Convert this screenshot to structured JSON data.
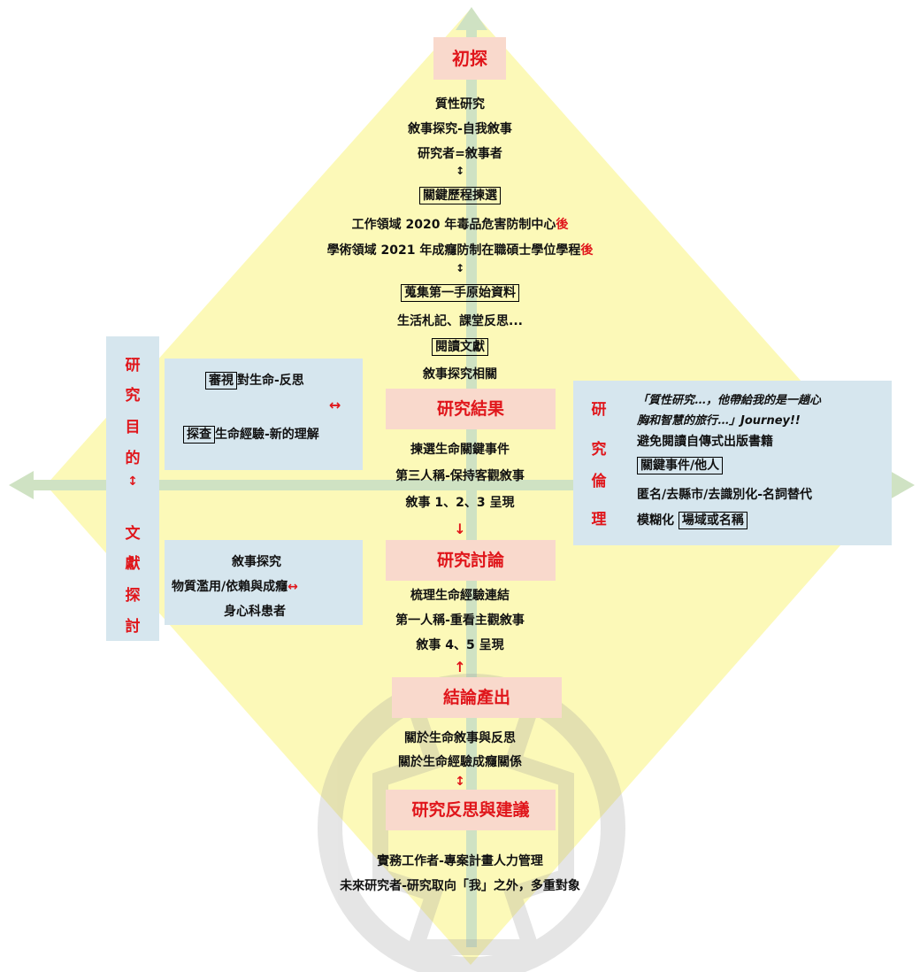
{
  "colors": {
    "diamond": "#fcf9b8",
    "axis": "#cfe2c3",
    "stage_bg": "#f9d9cc",
    "accent_red": "#e0161b",
    "side_panel": "#d6e6ee"
  },
  "stages": {
    "s1": "初探",
    "s2": "研究結果",
    "s3": "研究討論",
    "s4": "結論產出",
    "s5": "研究反思與建議"
  },
  "top_section": {
    "line1": "質性研究",
    "line2": "敘事探究-自我敘事",
    "line3": "研究者=敘事者",
    "box1": "關鍵歷程揀選",
    "work_text": "工作領域 2020 年毒品危害防制中心",
    "work_suffix": "後",
    "academic_text": "學術領域 2021 年成癮防制在職碩士學位學程",
    "academic_suffix": "後",
    "box2": "蒐集第一手原始資料",
    "line4": "生活札記、課堂反思...",
    "box3": "閱讀文獻",
    "line5": "敘事探究相關"
  },
  "results_section": {
    "line1": "揀選生命關鍵事件",
    "line2": "第三人稱-保持客觀敘事",
    "line3": "敘事 1、2、3 呈現"
  },
  "discussion_section": {
    "line1": "梳理生命經驗連結",
    "line2": "第一人稱-重看主觀敘事",
    "line3": "敘事 4、5 呈現"
  },
  "conclusion_section": {
    "line1": "關於生命敘事與反思",
    "line2": "關於生命經驗成癮關係"
  },
  "reflection_section": {
    "line1": "實務工作者-專案計畫人力管理",
    "line2": "未來研究者-研究取向「我」之外，多重對象"
  },
  "left_label": {
    "c1": "研",
    "c2": "究",
    "c3": "目",
    "c4": "的",
    "c5": "文",
    "c6": "獻",
    "c7": "探",
    "c8": "討"
  },
  "purpose_panel": {
    "box1": "審視",
    "text1": "對生命-反思",
    "box2": "探查",
    "text2": "生命經驗-新的理解"
  },
  "literature_panel": {
    "line1": "敘事探究",
    "line2": "物質濫用/依賴與成癮",
    "line3": "身心科患者"
  },
  "ethics_label": {
    "c1": "研",
    "c2": "究",
    "c3": "倫",
    "c4": "理"
  },
  "ethics_panel": {
    "quote1": "「質性研究…，他帶給我的是一趟心",
    "quote2a": "胸和智慧的旅行…」",
    "quote2b": "Journey!!",
    "line1": "避免閱讀自傳式出版書籍",
    "box1": "關鍵事件/他人",
    "line2": "匿名/去縣市/去識別化-名詞替代",
    "line3": "模糊化",
    "box2": "場域或名稱"
  },
  "symbols": {
    "updown": "↕",
    "leftright": "↔",
    "down": "↓",
    "up": "↑"
  }
}
